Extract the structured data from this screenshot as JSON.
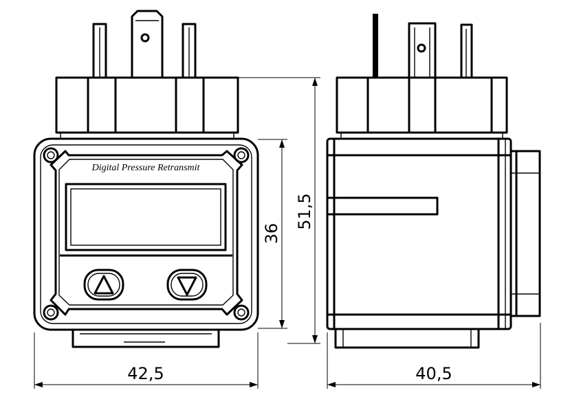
{
  "front_view": {
    "brand_text": "Digital Pressure Retransmit",
    "width_label": "42,5",
    "body_height_label": "36",
    "total_height_label": "51,5",
    "buttons": [
      {
        "name": "up-button",
        "icon": "up-triangle-icon"
      },
      {
        "name": "down-button",
        "icon": "down-triangle-icon"
      }
    ]
  },
  "side_view": {
    "width_label": "40,5"
  },
  "colors": {
    "line": "#000000",
    "background": "#ffffff"
  }
}
